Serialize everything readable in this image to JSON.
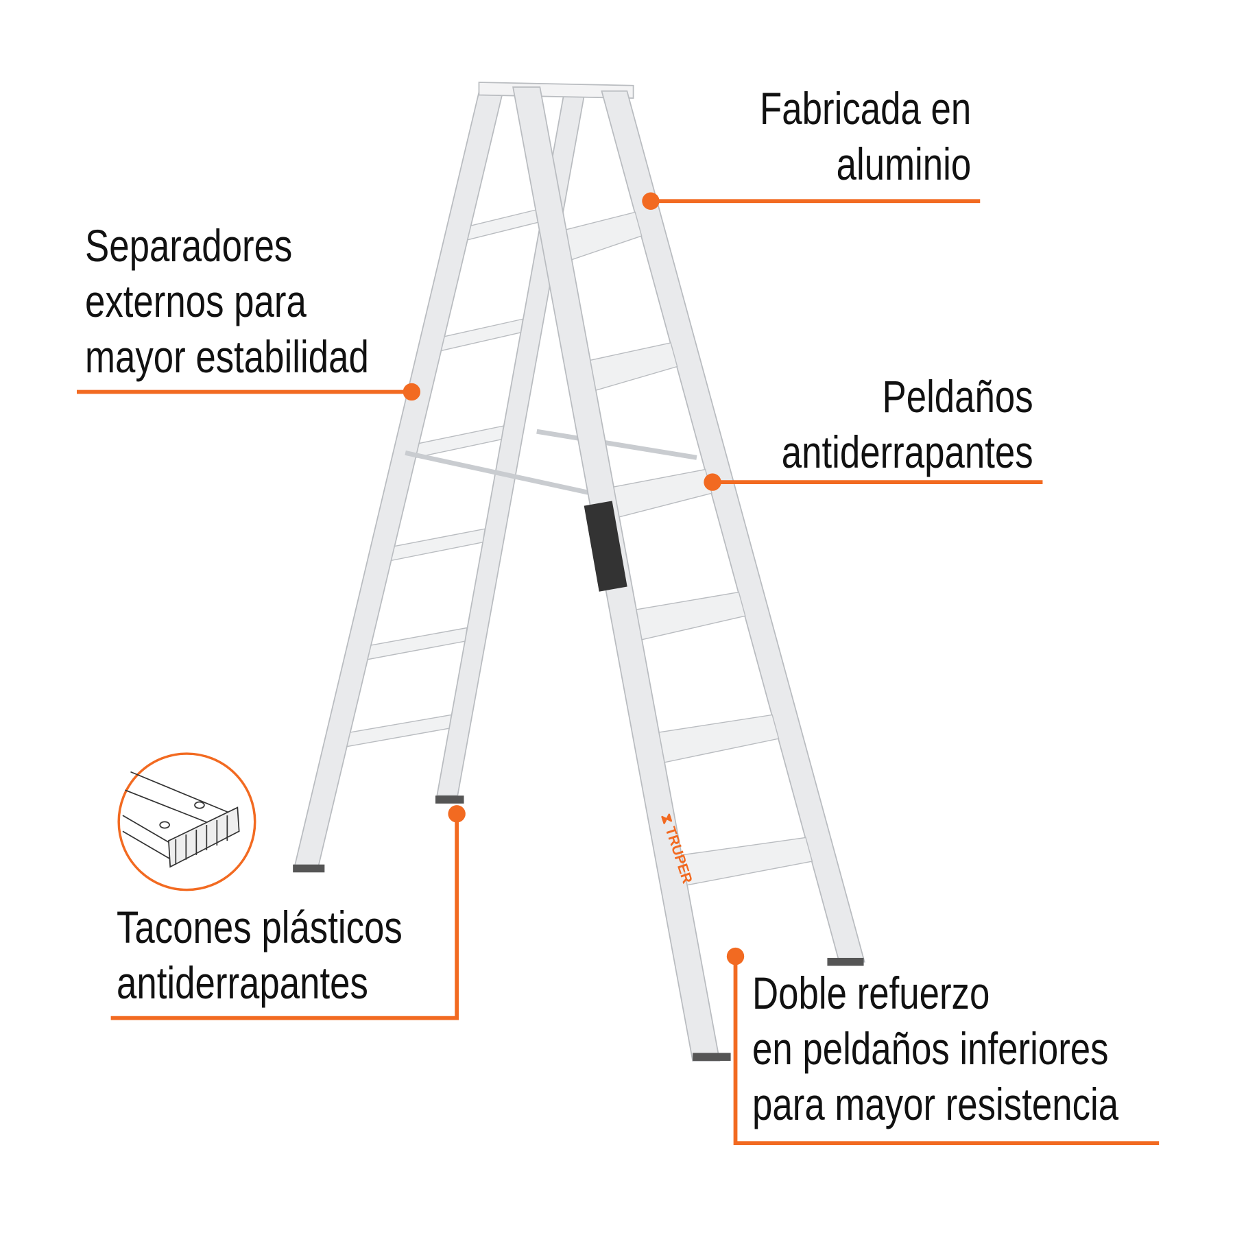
{
  "accent_color": "#F26A21",
  "brand": "TRUPER",
  "callouts": {
    "material": {
      "lines": [
        "Fabricada en",
        "aluminio"
      ]
    },
    "spreaders": {
      "lines": [
        "Separadores",
        "externos para",
        "mayor estabilidad"
      ]
    },
    "steps": {
      "lines": [
        "Peldaños",
        "antiderrapantes"
      ]
    },
    "feet": {
      "lines": [
        "Tacones plásticos",
        "antiderrapantes"
      ]
    },
    "reinforcement": {
      "lines": [
        "Doble refuerzo",
        "en peldaños inferiores",
        "para mayor resistencia"
      ]
    }
  }
}
